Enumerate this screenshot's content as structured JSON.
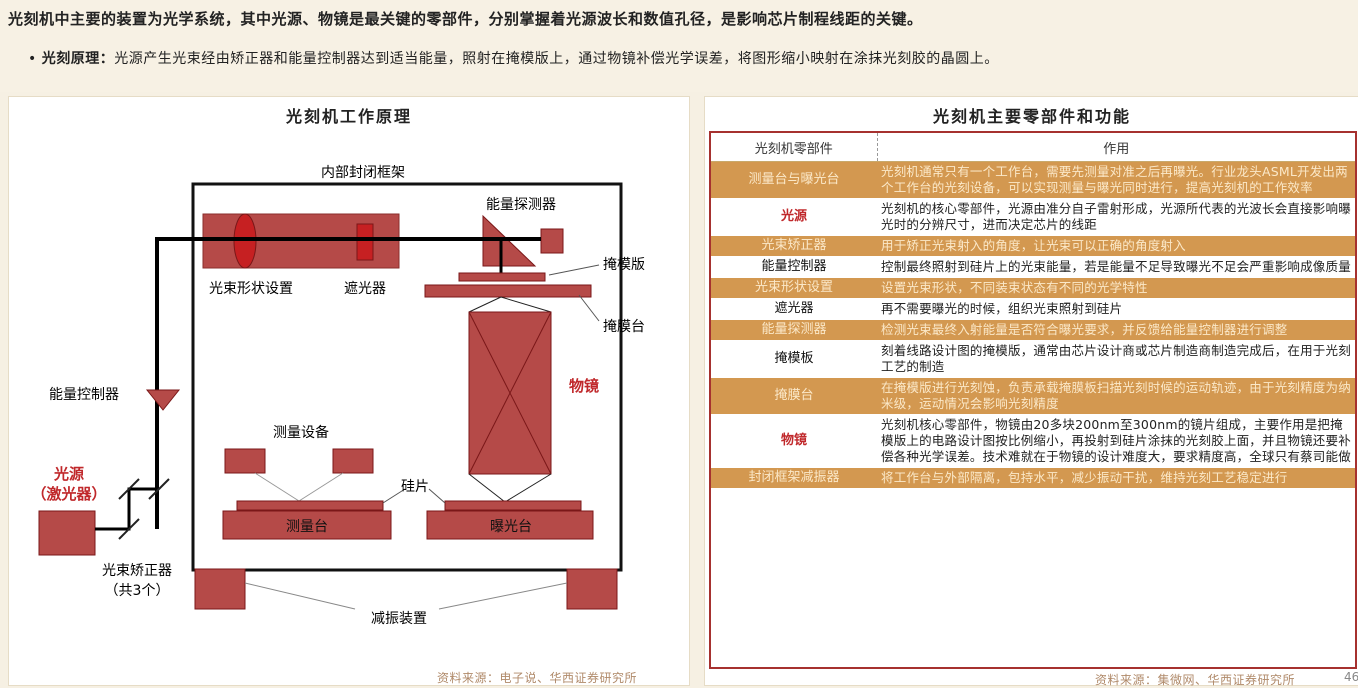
{
  "headline": "光刻机中主要的装置为光学系统，其中光源、物镜是最关键的零部件，分别掌握着光源波长和数值孔径，是影响芯片制程线距的关键。",
  "principle": {
    "bullet": "•",
    "label": "光刻原理：",
    "text": "光源产生光束经由矫正器和能量控制器达到适当能量，照射在掩模版上，通过物镜补偿光学误差，将图形缩小映射在涂抹光刻胶的晶圆上。"
  },
  "diagram": {
    "title": "光刻机工作原理",
    "labels": {
      "frame": "内部封闭框架",
      "energy_detector": "能量探测器",
      "beam_shaper": "光束形状设置",
      "shutter": "遮光器",
      "mask": "掩模版",
      "mask_stage": "掩膜台",
      "objective": "物镜",
      "energy_controller": "能量控制器",
      "measure_device": "测量设备",
      "wafer": "硅片",
      "light_source_1": "光源",
      "light_source_2": "（激光器）",
      "measure_stage": "测量台",
      "exposure_stage": "曝光台",
      "corrector_1": "光束矫正器",
      "corrector_2": "（共3个）",
      "damper": "减振装置"
    },
    "source": "资料来源：电子说、华西证券研究所"
  },
  "table": {
    "title": "光刻机主要零部件和功能",
    "headers": [
      "光刻机零部件",
      "作用"
    ],
    "rows": [
      {
        "part": "测量台与曝光台",
        "desc": "光刻机通常只有一个工作台，需要先测量对准之后再曝光。行业龙头ASML开发出两个工作台的光刻设备，可以实现测量与曝光同时进行，提高光刻机的工作效率",
        "style": "dark",
        "red": false
      },
      {
        "part": "光源",
        "desc": "光刻机的核心零部件，光源由准分自子雷射形成，光源所代表的光波长会直接影响曝光时的分辨尺寸，进而决定芯片的线距",
        "style": "light",
        "red": true
      },
      {
        "part": "光束矫正器",
        "desc": "用于矫正光束射入的角度，让光束可以正确的角度射入",
        "style": "dark",
        "red": false
      },
      {
        "part": "能量控制器",
        "desc": "控制最终照射到硅片上的光束能量，若是能量不足导致曝光不足会严重影响成像质量",
        "style": "light",
        "red": false
      },
      {
        "part": "光束形状设置",
        "desc": "设置光束形状，不同装束状态有不同的光学特性",
        "style": "dark",
        "red": false
      },
      {
        "part": "遮光器",
        "desc": "再不需要曝光的时候，组织光束照射到硅片",
        "style": "light",
        "red": false
      },
      {
        "part": "能量探测器",
        "desc": "检测光束最终入射能量是否符合曝光要求，并反馈给能量控制器进行调整",
        "style": "dark",
        "red": false
      },
      {
        "part": "掩模板",
        "desc": "刻着线路设计图的掩模版，通常由芯片设计商或芯片制造商制造完成后，在用于光刻工艺的制造",
        "style": "light",
        "red": false
      },
      {
        "part": "掩膜台",
        "desc": "在掩模版进行光刻蚀，负责承载掩膜板扫描光刻时候的运动轨迹，由于光刻精度为纳米级，运动情况会影响光刻精度",
        "style": "dark",
        "red": false
      },
      {
        "part": "物镜",
        "desc": "光刻机核心零部件，物镜由20多块200nm至300nm的镜片组成，主要作用是把掩模版上的电路设计图按比例缩小，再投射到硅片涂抹的光刻胶上面，并且物镜还要补偿各种光学误差。技术难就在于物镜的设计难度大，要求精度高，全球只有蔡司能做",
        "style": "light",
        "red": true
      },
      {
        "part": "封闭框架减振器",
        "desc": "将工作台与外部隔离，包持水平，减少振动干扰，维持光刻工艺稳定进行",
        "style": "dark",
        "red": false
      }
    ],
    "source": "资料来源：集微网、华西证券研究所"
  },
  "page_number": "46",
  "colors": {
    "accent_red": "#a6312f",
    "table_dark": "#d39850",
    "source_text": "#b08a6a"
  }
}
